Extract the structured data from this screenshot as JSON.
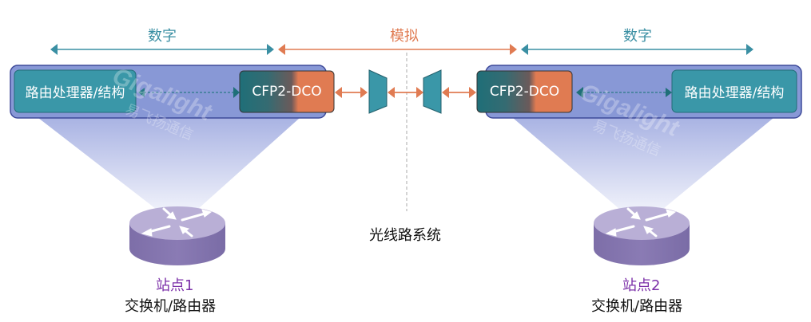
{
  "colors": {
    "digital": "#3a8fa3",
    "analog": "#e07b52",
    "outer_box": "#8898d6",
    "outer_box_border": "#3e4a9a",
    "teal_box": "#3a97a8",
    "teal_dark": "#216d77",
    "router_top": "#b9afd6",
    "router_side": "#8577b0",
    "beam": "#aeb8e6",
    "site_label": "#7b2fa8"
  },
  "ranges": {
    "left_digital": "数字",
    "analog": "模拟",
    "right_digital": "数字"
  },
  "left_node": {
    "processor_label": "路由处理器/结构",
    "module_label": "CFP2-DCO"
  },
  "right_node": {
    "processor_label": "路由处理器/结构",
    "module_label": "CFP2-DCO"
  },
  "line_system_label": "光线路系统",
  "sites": [
    {
      "name": "站点1",
      "type": "交换机/路由器"
    },
    {
      "name": "站点2",
      "type": "交换机/路由器"
    }
  ],
  "watermark": {
    "brand": "Gigalight",
    "chinese": "易飞扬通信"
  }
}
